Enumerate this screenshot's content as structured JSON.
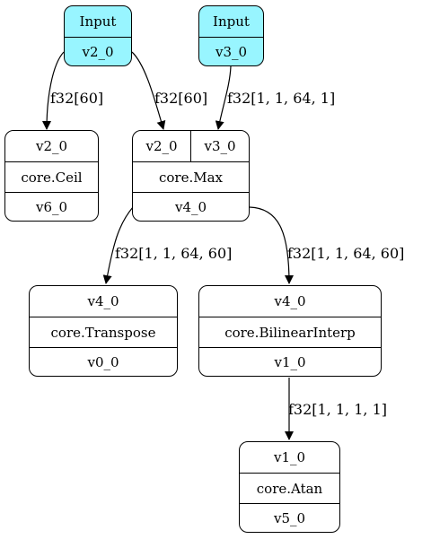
{
  "nodes": {
    "input_v2": {
      "header": "Input",
      "name": "v2_0"
    },
    "input_v3": {
      "header": "Input",
      "name": "v3_0"
    },
    "ceil": {
      "in": "v2_0",
      "op": "core.Ceil",
      "out": "v6_0"
    },
    "max": {
      "in1": "v2_0",
      "in2": "v3_0",
      "op": "core.Max",
      "out": "v4_0"
    },
    "transpose": {
      "in": "v4_0",
      "op": "core.Transpose",
      "out": "v0_0"
    },
    "bilinear": {
      "in": "v4_0",
      "op": "core.BilinearInterp",
      "out": "v1_0"
    },
    "atan": {
      "in": "v1_0",
      "op": "core.Atan",
      "out": "v5_0"
    }
  },
  "edges": {
    "v2_to_ceil": "f32[60]",
    "v2_to_max": "f32[60]",
    "v3_to_max": "f32[1, 1, 64, 1]",
    "max_to_transpose": "f32[1, 1, 64, 60]",
    "max_to_bilinear": "f32[1, 1, 64, 60]",
    "bilinear_to_atan": "f32[1, 1, 1, 1]"
  },
  "colors": {
    "input_fill": "#98f5ff",
    "node_fill": "#ffffff",
    "stroke": "#000000"
  }
}
